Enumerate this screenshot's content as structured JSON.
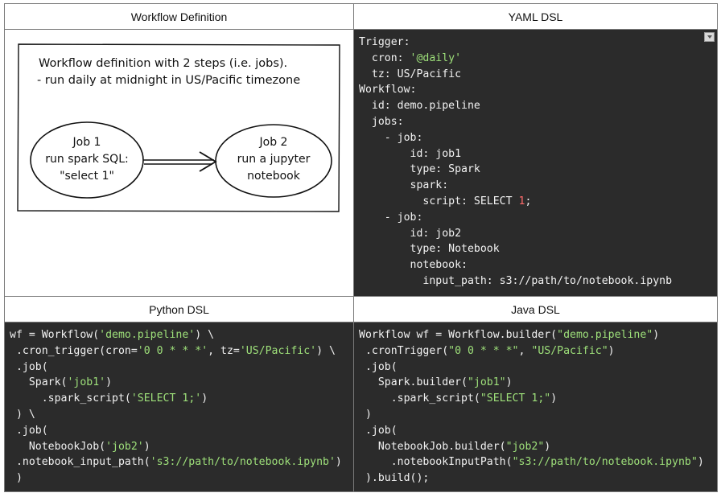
{
  "headers": {
    "workflow": "Workflow Definition",
    "yaml": "YAML DSL",
    "python": "Python DSL",
    "java": "Java DSL"
  },
  "sketch": {
    "line1": "Workflow definition with 2 steps (i.e. jobs).",
    "line2": "- run daily at midnight in US/Pacific timezone",
    "job1": [
      "Job 1",
      "run spark SQL:",
      "\"select 1\""
    ],
    "job2": [
      "Job 2",
      "run a jupyter",
      "notebook"
    ]
  },
  "yaml": [
    "Trigger:",
    "  cron: '@daily'",
    "  tz: US/Pacific",
    "Workflow:",
    "  id: demo.pipeline",
    "  jobs:",
    "    - job:",
    "        id: job1",
    "        type: Spark",
    "        spark:",
    "          script: SELECT 1;",
    "    - job:",
    "        id: job2",
    "        type: Notebook",
    "        notebook:",
    "          input_path: s3://path/to/notebook.ipynb"
  ],
  "python": [
    "wf = Workflow('demo.pipeline') \\",
    " .cron_trigger(cron='0 0 * * *', tz='US/Pacific') \\",
    " .job(",
    "   Spark('job1')",
    "     .spark_script('SELECT 1;')",
    " ) \\",
    " .job(",
    "   NotebookJob('job2')",
    " .notebook_input_path('s3://path/to/notebook.ipynb')",
    " )"
  ],
  "java": [
    "Workflow wf = Workflow.builder(\"demo.pipeline\")",
    " .cronTrigger(\"0 0 * * *\", \"US/Pacific\")",
    " .job(",
    "   Spark.builder(\"job1\")",
    "     .spark_script(\"SELECT 1;\")",
    " )",
    " .job(",
    "   NotebookJob.builder(\"job2\")",
    "     .notebookInputPath(\"s3://path/to/notebook.ipynb\")",
    " ).build();"
  ],
  "colors": {
    "code_bg": "#2b2b2b",
    "string": "#9ee07a",
    "number": "#ff6a6a"
  }
}
